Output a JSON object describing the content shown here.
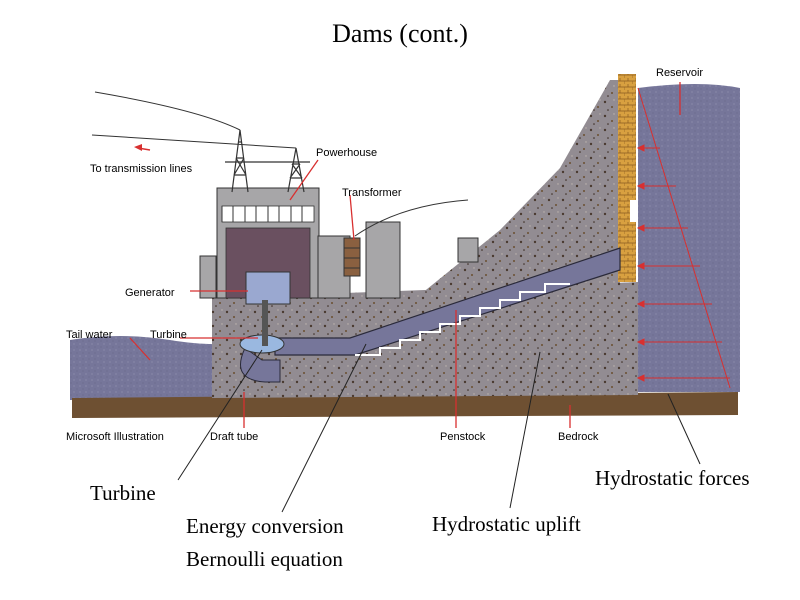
{
  "title": "Dams (cont.)",
  "diagram_labels": {
    "reservoir": "Reservoir",
    "powerhouse": "Powerhouse",
    "transformer": "Transformer",
    "to_transmission_lines": "To transmission lines",
    "generator": "Generator",
    "turbine": "Turbine",
    "tail_water": "Tail water",
    "draft_tube": "Draft tube",
    "penstock": "Penstock",
    "bedrock": "Bedrock",
    "credit": "Microsoft Illustration"
  },
  "annotations": {
    "turbine": "Turbine",
    "energy_conversion": "Energy conversion",
    "bernoulli": "Bernoulli equation",
    "hydrostatic_uplift": "Hydrostatic uplift",
    "hydrostatic_forces": "Hydrostatic forces"
  },
  "colors": {
    "water": "#76769a",
    "concrete": "#928c92",
    "bedrock": "#6e5032",
    "building": "#a7a6a8",
    "label_line": "#d83030",
    "brick": "#d8a040"
  }
}
